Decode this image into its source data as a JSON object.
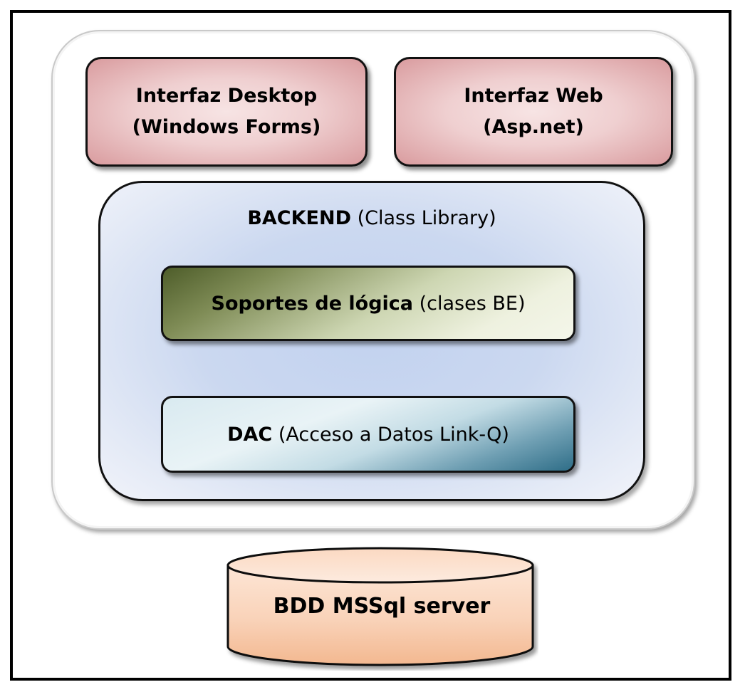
{
  "frontends": {
    "desktop": {
      "line1": "Interfaz Desktop",
      "line2": "(Windows Forms)"
    },
    "web": {
      "line1": "Interfaz Web",
      "line2": "(Asp.net)"
    }
  },
  "backend": {
    "title_bold": "BACKEND",
    "title_rest": " (Class Library)"
  },
  "logic": {
    "bold": "Soportes de lógica",
    "rest": " (clases BE)"
  },
  "dac": {
    "bold": "DAC",
    "rest": " (Acceso a Datos Link-Q)"
  },
  "database": {
    "label": "BDD MSSql server"
  },
  "colors": {
    "frontend_fill": "#efcfd0",
    "backend_fill": "#cbd8f0",
    "logic_fill": "#7f8c56",
    "dac_fill": "#2f6e88",
    "database_fill": "#f8cdb0",
    "border": "#111111"
  }
}
